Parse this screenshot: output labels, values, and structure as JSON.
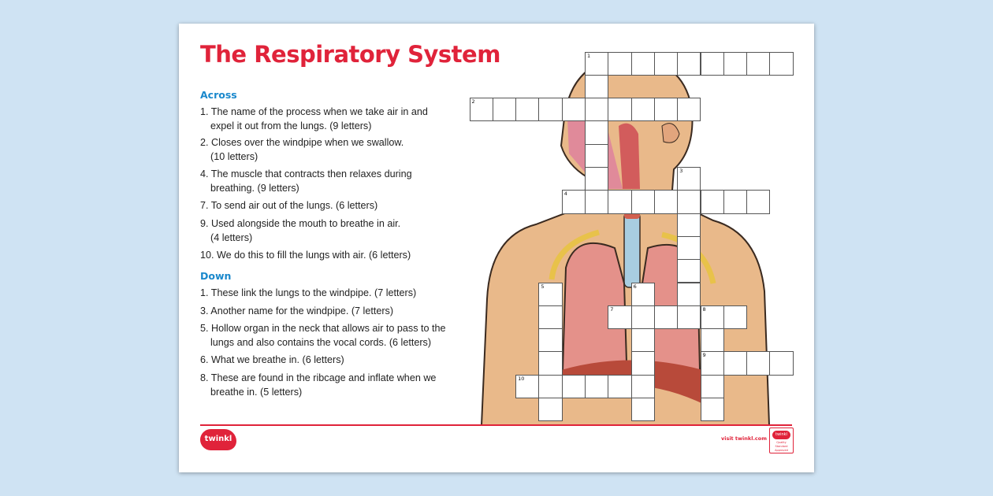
{
  "title": "The Respiratory System",
  "across": {
    "heading": "Across",
    "clues": [
      {
        "lines": [
          "1. The name of the process when we take air in and",
          "expel it out from the lungs. (9 letters)"
        ]
      },
      {
        "lines": [
          "2. Closes over the windpipe when we swallow.",
          "(10 letters)"
        ]
      },
      {
        "lines": [
          "4. The muscle that contracts then relaxes during",
          "breathing. (9 letters)"
        ]
      },
      {
        "lines": [
          "7. To send air out of the lungs. (6 letters)"
        ]
      },
      {
        "lines": [
          "9. Used alongside the mouth to breathe in air.",
          "(4 letters)"
        ]
      },
      {
        "lines": [
          "10. We do this to fill the lungs with air. (6 letters)"
        ]
      }
    ]
  },
  "down": {
    "heading": "Down",
    "clues": [
      {
        "lines": [
          "1. These link the lungs to the windpipe. (7 letters)"
        ]
      },
      {
        "lines": [
          "3. Another name for the windpipe. (7 letters)"
        ]
      },
      {
        "lines": [
          "5. Hollow organ in the neck that allows air to pass to the",
          "lungs and also contains the vocal cords. (6 letters)"
        ]
      },
      {
        "lines": [
          "6. What we breathe in. (6 letters)"
        ]
      },
      {
        "lines": [
          "8. These are found in the ribcage and inflate when we",
          "breathe in. (5 letters)"
        ]
      }
    ]
  },
  "grid": {
    "words": [
      {
        "number": "1",
        "dir": "across",
        "row": 0,
        "col": 5,
        "length": 9
      },
      {
        "number": "1",
        "dir": "down",
        "row": 0,
        "col": 5,
        "length": 7
      },
      {
        "number": "2",
        "dir": "across",
        "row": 2,
        "col": 0,
        "length": 10
      },
      {
        "number": "3",
        "dir": "down",
        "row": 5,
        "col": 9,
        "length": 7
      },
      {
        "number": "4",
        "dir": "across",
        "row": 6,
        "col": 4,
        "length": 9
      },
      {
        "number": "5",
        "dir": "down",
        "row": 10,
        "col": 3,
        "length": 6
      },
      {
        "number": "6",
        "dir": "down",
        "row": 10,
        "col": 7,
        "length": 6
      },
      {
        "number": "7",
        "dir": "across",
        "row": 11,
        "col": 6,
        "length": 6
      },
      {
        "number": "8",
        "dir": "down",
        "row": 11,
        "col": 10,
        "length": 5
      },
      {
        "number": "9",
        "dir": "across",
        "row": 13,
        "col": 10,
        "length": 4
      },
      {
        "number": "10",
        "dir": "across",
        "row": 14,
        "col": 2,
        "length": 6
      }
    ]
  },
  "footer": {
    "logo": "twinkl",
    "visit": "visit twinkl.com",
    "badge": "twinkl",
    "badge_text": "Quality Standard Approved"
  },
  "colors": {
    "accent": "#e0233a",
    "heading": "#1a88cc",
    "background": "#cfe3f3"
  }
}
